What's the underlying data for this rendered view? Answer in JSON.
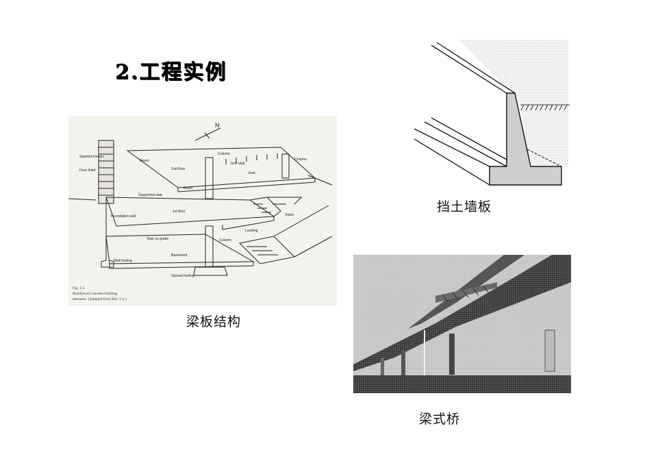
{
  "slide": {
    "title": "2.工程实例"
  },
  "figures": {
    "building": {
      "caption": "梁板结构",
      "labels": {
        "spandrel": "Spandrel beam",
        "door_lintel": "Door lintel",
        "beam_top": "Beam",
        "column_top": "Column",
        "joist_slab": "Joist slab",
        "column_right": "Column",
        "second_floor": "2nd floor",
        "joist": "Joist",
        "beam_mid": "Beam",
        "supported_slab": "Supported slab",
        "first_floor": "1st floor",
        "stairs": "Stairs",
        "foundation_wall": "Foundation wall",
        "landing": "Landing",
        "slab_on_grade": "Slab on grade",
        "column_low": "Column",
        "basement": "Basement",
        "wall_footing": "Wall footing",
        "spread_footing": "Spread footing",
        "north": "N",
        "fig_no": "Fig. 1-5",
        "fig_line1": "Reinforced concrete building",
        "fig_line2": "elements. (Adapted from Ref. 1-2.)"
      }
    },
    "retaining_wall": {
      "caption": "挡土墙板"
    },
    "bridge": {
      "caption": "梁式桥"
    }
  },
  "colors": {
    "text": "#000000",
    "building_bg": "#f1f3ec",
    "wall_fill": "#cfcfcf",
    "bridge_sky": "#d6d6d6",
    "bridge_dark": "#3a3a3a"
  }
}
